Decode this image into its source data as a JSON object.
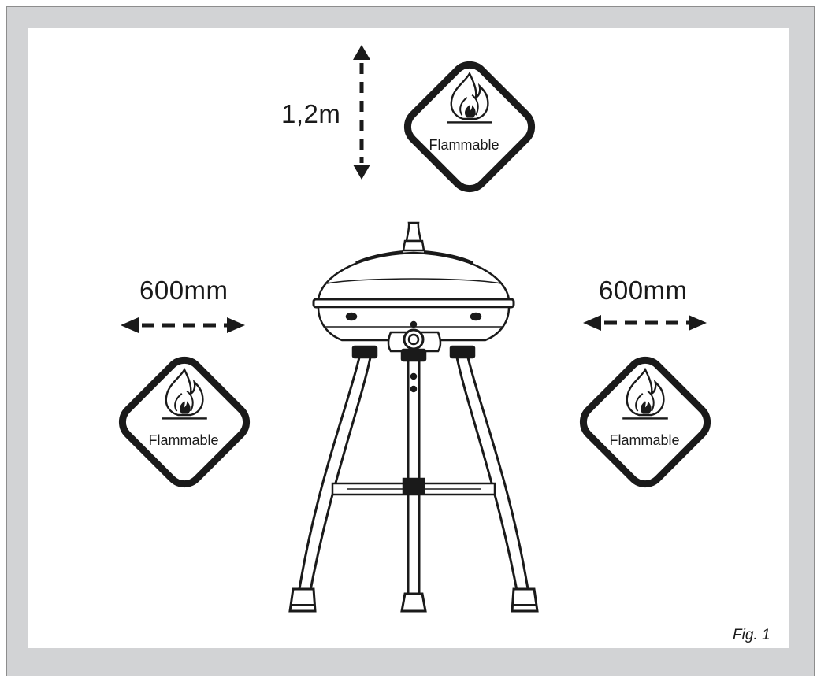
{
  "diagram": {
    "clearance_top": "1,2m",
    "clearance_left": "600mm",
    "clearance_right": "600mm",
    "signs": [
      {
        "label": "Flammable",
        "icon": "flame-icon"
      },
      {
        "label": "Flammable",
        "icon": "flame-icon"
      },
      {
        "label": "Flammable",
        "icon": "flame-icon"
      }
    ],
    "figure_caption": "Fig. 1",
    "colors": {
      "frame": "#d2d3d5",
      "ink": "#1a1a1a",
      "panel": "#ffffff"
    }
  }
}
